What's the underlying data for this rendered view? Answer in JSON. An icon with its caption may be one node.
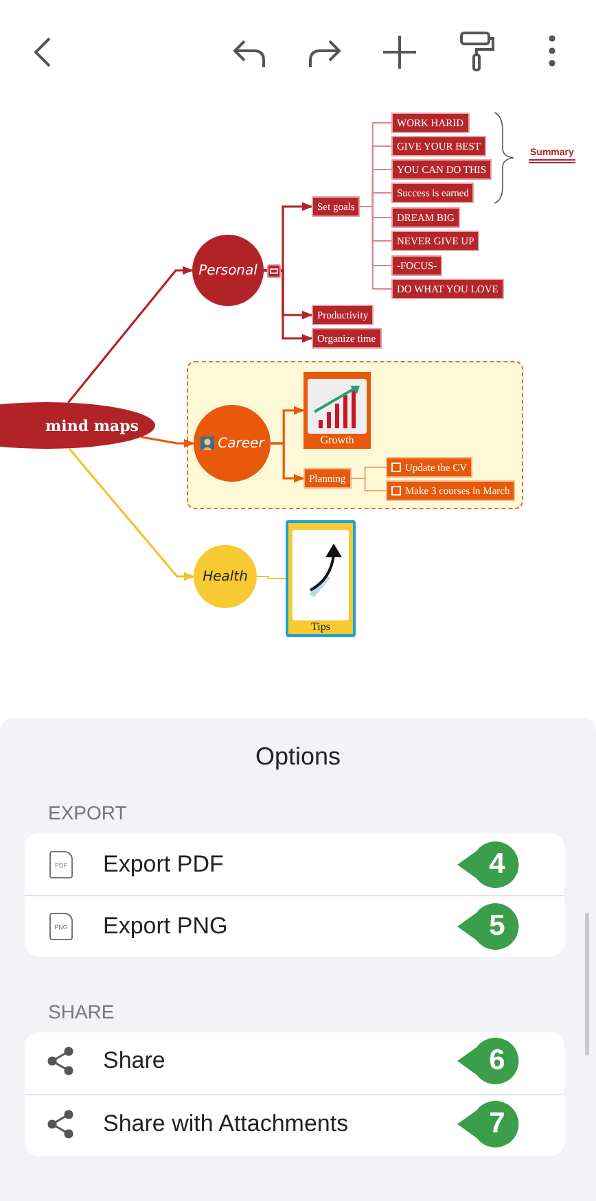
{
  "diagram": {
    "nodes": [
      {
        "text": [
          "mind maps"
        ]
      },
      {
        "text": [
          "Personal"
        ]
      },
      {
        "text": [
          "Set goals"
        ]
      },
      {
        "text": [
          "WORK HARID"
        ]
      },
      {
        "text": [
          "GIVE YOUR BEST"
        ]
      },
      {
        "text": [
          "YOU CAN DO THIS"
        ]
      },
      {
        "text": [
          "Success is earned"
        ]
      },
      {
        "text": [
          "DREAM BIG"
        ]
      },
      {
        "text": [
          "NEVER GIVE UP"
        ]
      },
      {
        "text": [
          "-FOCUS-"
        ]
      },
      {
        "text": [
          "DO WHAT YOU LOVE"
        ]
      },
      {
        "text": [
          "Productivity"
        ]
      },
      {
        "text": [
          "Organize time"
        ]
      },
      {
        "text": [],
        "shape": "box"
      },
      {
        "text": [
          "Career"
        ],
        "in": 13
      },
      {
        "text": [
          "Growth"
        ],
        "in": 13
      },
      {
        "text": [
          "Planning"
        ],
        "in": 13
      },
      {
        "text": [
          "Update the CV"
        ],
        "in": 13
      },
      {
        "text": [
          "Make 3 courses in March"
        ],
        "in": 13
      },
      {
        "text": [
          "Health"
        ]
      },
      {
        "text": [
          "Tips"
        ]
      }
    ],
    "edges": [
      {
        "from": 0,
        "to": 1,
        "arrow": "to",
        "color": "#b22328"
      },
      {
        "from": 0,
        "to": 14,
        "arrow": "to",
        "color": "#e8590c"
      },
      {
        "from": 0,
        "to": 19,
        "arrow": "to",
        "color": "#f2c12e"
      },
      {
        "from": 1,
        "to": 2,
        "arrow": "to",
        "color": "#b22328"
      },
      {
        "from": 2,
        "to": 3,
        "arrow": "none"
      },
      {
        "from": 2,
        "to": 4,
        "arrow": "none"
      },
      {
        "from": 2,
        "to": 5,
        "arrow": "none"
      },
      {
        "from": 2,
        "to": 6,
        "arrow": "none"
      },
      {
        "from": 2,
        "to": 7,
        "arrow": "none"
      },
      {
        "from": 2,
        "to": 8,
        "arrow": "none"
      },
      {
        "from": 2,
        "to": 9,
        "arrow": "none"
      },
      {
        "from": 2,
        "to": 10,
        "arrow": "none"
      },
      {
        "from": 1,
        "to": 11,
        "arrow": "to",
        "color": "#b22328"
      },
      {
        "from": 1,
        "to": 12,
        "arrow": "to",
        "color": "#b22328"
      },
      {
        "from": 14,
        "to": 15,
        "arrow": "to",
        "color": "#e8590c"
      },
      {
        "from": 14,
        "to": 16,
        "arrow": "to",
        "color": "#e8590c"
      },
      {
        "from": 16,
        "to": 17,
        "arrow": "none",
        "color": "#f5a36e"
      },
      {
        "from": 16,
        "to": 18,
        "arrow": "none",
        "color": "#f5a36e"
      },
      {
        "from": 19,
        "to": 20,
        "arrow": "none",
        "color": "#f2c12e"
      }
    ],
    "labels": [
      "Summary",
      "Options",
      "EXPORT",
      "PDF",
      "Export PDF",
      "4",
      "PNG",
      "Export PNG",
      "5",
      "SHARE",
      "Share",
      "6",
      "Share with Attachments",
      "7"
    ]
  }
}
